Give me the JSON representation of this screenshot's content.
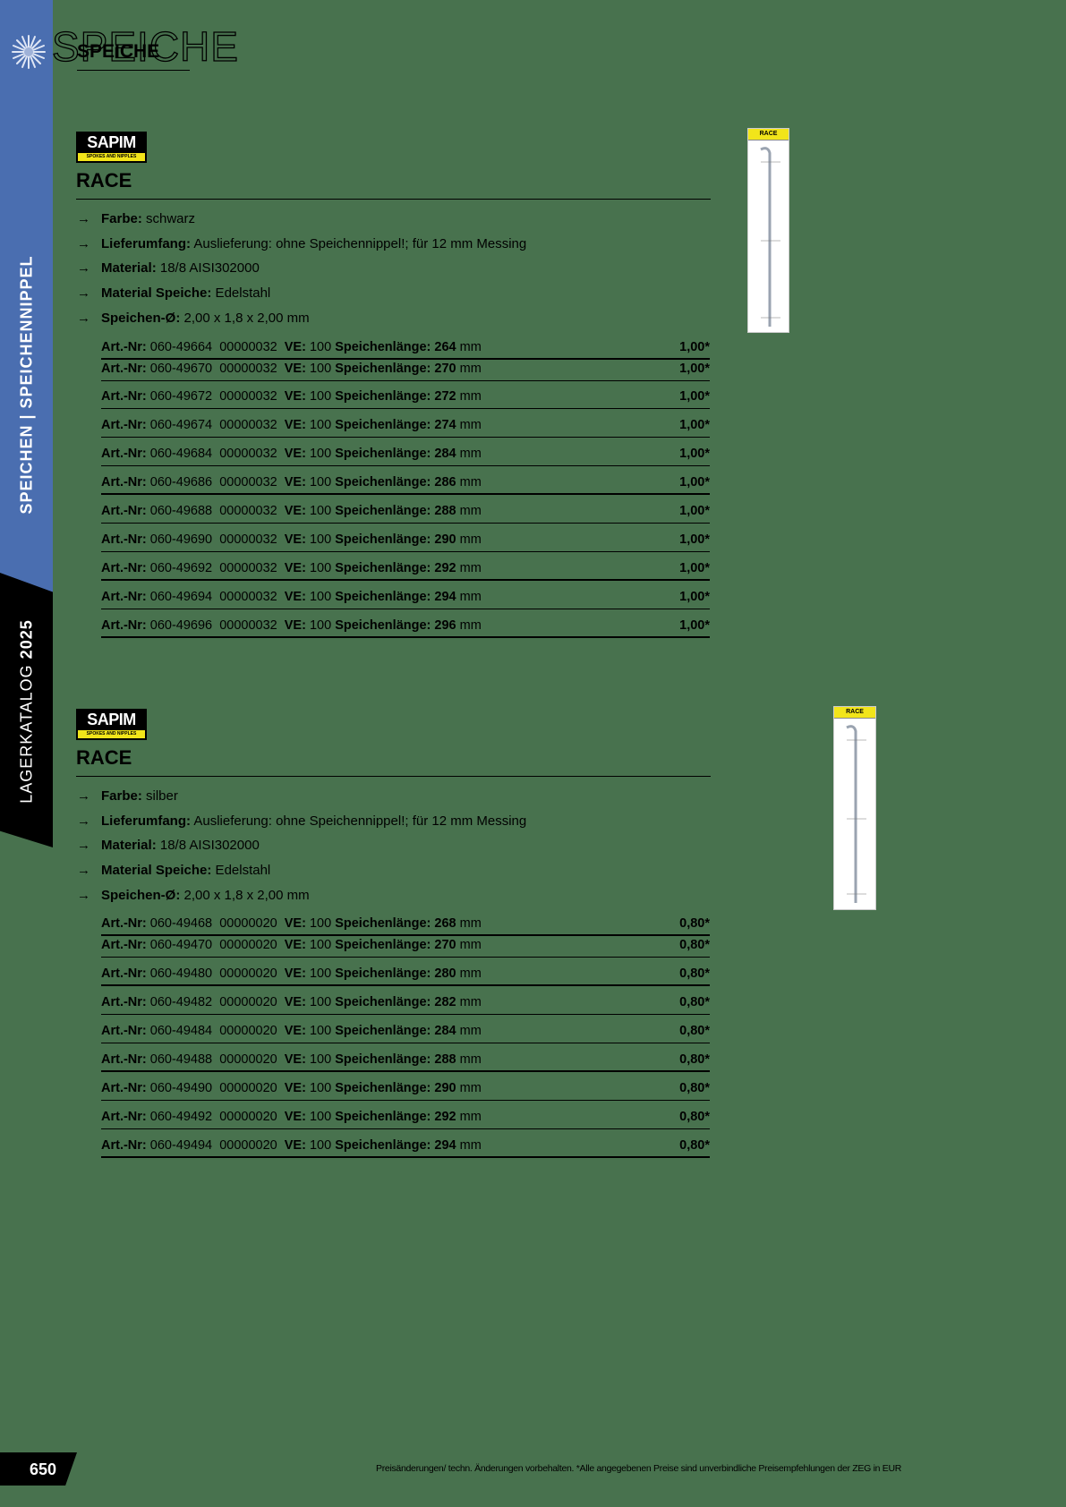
{
  "sidebar": {
    "category": "SPEICHEN | SPEICHENNIPPEL",
    "catalog_prefix": "LAGERKATALOG",
    "catalog_year": "2025",
    "colors": {
      "blue": "#4a6eb0",
      "black": "#000000"
    }
  },
  "header": {
    "title_outline": "SPEICHE",
    "title_solid": "SPEICHE",
    "icon": "spoke-star-icon"
  },
  "sections": [
    {
      "brand": {
        "name": "SAPIM",
        "tagline": "SPOKES AND NIPPLES"
      },
      "title": "RACE",
      "image_label": "RACE",
      "specs": [
        {
          "key": "Farbe:",
          "value": " schwarz"
        },
        {
          "key": "Lieferumfang:",
          "value": " Auslieferung: ohne Speichennippel!; für 12 mm Messing"
        },
        {
          "key": "Material:",
          "value": " 18/8 AISI302000"
        },
        {
          "key": "Material Speiche:",
          "value": " Edelstahl"
        },
        {
          "key": "Speichen-Ø:",
          "value": " 2,00 x 1,8 x 2,00 mm"
        }
      ],
      "rows": [
        {
          "art_label": "Art.-Nr:",
          "art_nr": "060-49664",
          "code": "00000032",
          "ve_label": "VE:",
          "ve": "100",
          "len_label": "Speichenlänge:",
          "length": "264",
          "unit": "mm",
          "price": "1,00*"
        },
        {
          "art_label": "Art.-Nr:",
          "art_nr": "060-49670",
          "code": "00000032",
          "ve_label": "VE:",
          "ve": "100",
          "len_label": "Speichenlänge:",
          "length": "270",
          "unit": "mm",
          "price": "1,00*"
        },
        {
          "art_label": "Art.-Nr:",
          "art_nr": "060-49672",
          "code": "00000032",
          "ve_label": "VE:",
          "ve": "100",
          "len_label": "Speichenlänge:",
          "length": "272",
          "unit": "mm",
          "price": "1,00*"
        },
        {
          "art_label": "Art.-Nr:",
          "art_nr": "060-49674",
          "code": "00000032",
          "ve_label": "VE:",
          "ve": "100",
          "len_label": "Speichenlänge:",
          "length": "274",
          "unit": "mm",
          "price": "1,00*"
        },
        {
          "art_label": "Art.-Nr:",
          "art_nr": "060-49684",
          "code": "00000032",
          "ve_label": "VE:",
          "ve": "100",
          "len_label": "Speichenlänge:",
          "length": "284",
          "unit": "mm",
          "price": "1,00*"
        },
        {
          "art_label": "Art.-Nr:",
          "art_nr": "060-49686",
          "code": "00000032",
          "ve_label": "VE:",
          "ve": "100",
          "len_label": "Speichenlänge:",
          "length": "286",
          "unit": "mm",
          "price": "1,00*"
        },
        {
          "art_label": "Art.-Nr:",
          "art_nr": "060-49688",
          "code": "00000032",
          "ve_label": "VE:",
          "ve": "100",
          "len_label": "Speichenlänge:",
          "length": "288",
          "unit": "mm",
          "price": "1,00*"
        },
        {
          "art_label": "Art.-Nr:",
          "art_nr": "060-49690",
          "code": "00000032",
          "ve_label": "VE:",
          "ve": "100",
          "len_label": "Speichenlänge:",
          "length": "290",
          "unit": "mm",
          "price": "1,00*"
        },
        {
          "art_label": "Art.-Nr:",
          "art_nr": "060-49692",
          "code": "00000032",
          "ve_label": "VE:",
          "ve": "100",
          "len_label": "Speichenlänge:",
          "length": "292",
          "unit": "mm",
          "price": "1,00*"
        },
        {
          "art_label": "Art.-Nr:",
          "art_nr": "060-49694",
          "code": "00000032",
          "ve_label": "VE:",
          "ve": "100",
          "len_label": "Speichenlänge:",
          "length": "294",
          "unit": "mm",
          "price": "1,00*"
        },
        {
          "art_label": "Art.-Nr:",
          "art_nr": "060-49696",
          "code": "00000032",
          "ve_label": "VE:",
          "ve": "100",
          "len_label": "Speichenlänge:",
          "length": "296",
          "unit": "mm",
          "price": "1,00*"
        }
      ]
    },
    {
      "brand": {
        "name": "SAPIM",
        "tagline": "SPOKES AND NIPPLES"
      },
      "title": "RACE",
      "image_label": "RACE",
      "specs": [
        {
          "key": "Farbe:",
          "value": " silber"
        },
        {
          "key": "Lieferumfang:",
          "value": " Auslieferung: ohne Speichennippel!; für 12 mm Messing"
        },
        {
          "key": "Material:",
          "value": " 18/8 AISI302000"
        },
        {
          "key": "Material Speiche:",
          "value": " Edelstahl"
        },
        {
          "key": "Speichen-Ø:",
          "value": " 2,00 x 1,8 x 2,00 mm"
        }
      ],
      "rows": [
        {
          "art_label": "Art.-Nr:",
          "art_nr": "060-49468",
          "code": "00000020",
          "ve_label": "VE:",
          "ve": "100",
          "len_label": "Speichenlänge:",
          "length": "268",
          "unit": "mm",
          "price": "0,80*"
        },
        {
          "art_label": "Art.-Nr:",
          "art_nr": "060-49470",
          "code": "00000020",
          "ve_label": "VE:",
          "ve": "100",
          "len_label": "Speichenlänge:",
          "length": "270",
          "unit": "mm",
          "price": "0,80*"
        },
        {
          "art_label": "Art.-Nr:",
          "art_nr": "060-49480",
          "code": "00000020",
          "ve_label": "VE:",
          "ve": "100",
          "len_label": "Speichenlänge:",
          "length": "280",
          "unit": "mm",
          "price": "0,80*"
        },
        {
          "art_label": "Art.-Nr:",
          "art_nr": "060-49482",
          "code": "00000020",
          "ve_label": "VE:",
          "ve": "100",
          "len_label": "Speichenlänge:",
          "length": "282",
          "unit": "mm",
          "price": "0,80*"
        },
        {
          "art_label": "Art.-Nr:",
          "art_nr": "060-49484",
          "code": "00000020",
          "ve_label": "VE:",
          "ve": "100",
          "len_label": "Speichenlänge:",
          "length": "284",
          "unit": "mm",
          "price": "0,80*"
        },
        {
          "art_label": "Art.-Nr:",
          "art_nr": "060-49488",
          "code": "00000020",
          "ve_label": "VE:",
          "ve": "100",
          "len_label": "Speichenlänge:",
          "length": "288",
          "unit": "mm",
          "price": "0,80*"
        },
        {
          "art_label": "Art.-Nr:",
          "art_nr": "060-49490",
          "code": "00000020",
          "ve_label": "VE:",
          "ve": "100",
          "len_label": "Speichenlänge:",
          "length": "290",
          "unit": "mm",
          "price": "0,80*"
        },
        {
          "art_label": "Art.-Nr:",
          "art_nr": "060-49492",
          "code": "00000020",
          "ve_label": "VE:",
          "ve": "100",
          "len_label": "Speichenlänge:",
          "length": "292",
          "unit": "mm",
          "price": "0,80*"
        },
        {
          "art_label": "Art.-Nr:",
          "art_nr": "060-49494",
          "code": "00000020",
          "ve_label": "VE:",
          "ve": "100",
          "len_label": "Speichenlänge:",
          "length": "294",
          "unit": "mm",
          "price": "0,80*"
        }
      ]
    }
  ],
  "footer": {
    "page_number": "650",
    "disclaimer": "Preisänderungen/ techn. Änderungen vorbehalten. *Alle angegebenen Preise sind unverbindliche Preisempfehlungen der ZEG in EUR"
  },
  "colors": {
    "background": "#48724e",
    "accent_yellow": "#f2e51a"
  }
}
